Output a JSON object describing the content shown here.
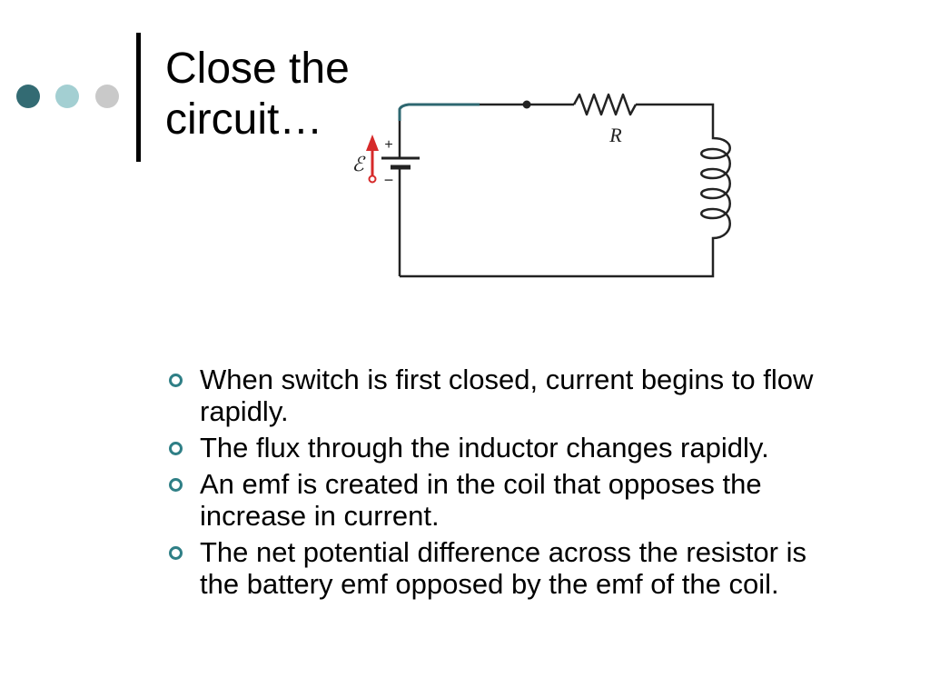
{
  "colors": {
    "dot_1": "#336b73",
    "dot_2": "#a3cfd2",
    "dot_3": "#c9c9c9",
    "wire": "#222222",
    "switch_wire": "#2e6770",
    "emf_arrow": "#d62a2a",
    "bullet_marker": "#2f7f86"
  },
  "title": {
    "line1": "Close the",
    "line2": "circuit…"
  },
  "diagram": {
    "resistor_label": "R",
    "emf_symbol": "ℰ",
    "plus_sign": "+",
    "minus_sign": "−"
  },
  "bullets": [
    "When switch is first closed, current begins to flow rapidly.",
    "The flux through the inductor changes rapidly.",
    "An emf is created in the coil that opposes the increase in current.",
    "The net potential difference across the resistor is the battery emf opposed by the emf of the coil."
  ]
}
